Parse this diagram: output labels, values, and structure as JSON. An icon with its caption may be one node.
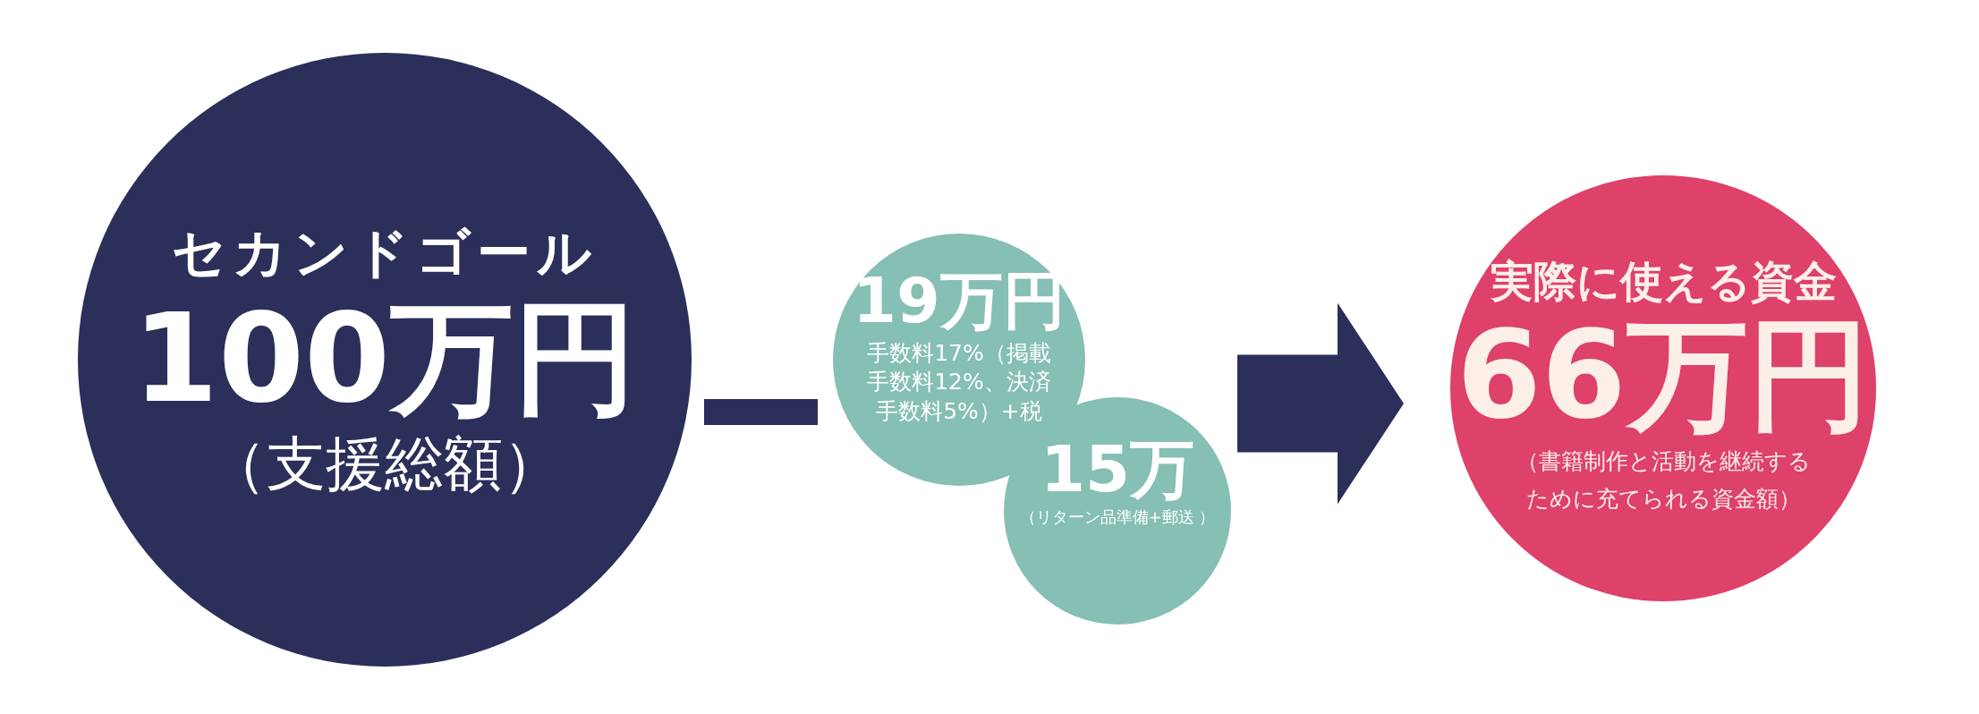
{
  "diagram": {
    "nodes": [
      {
        "text": [
          "セカンドゴール",
          "100万円",
          "（支援総額）"
        ]
      },
      {
        "text": [],
        "shape": "bar"
      },
      {
        "text": [
          "19万円",
          "手数料17%（掲載手数料12%、決済手数料5%）+税"
        ]
      },
      {
        "text": [
          "15万",
          "（リターン品準備+郵送 ）"
        ]
      },
      {
        "text": [
          "実際に使える資金",
          "66万円",
          "（書籍制作と活動を継続するために充てられる資金額）"
        ]
      }
    ],
    "edges": [
      {
        "from": 3,
        "to": 4,
        "arrow": "to"
      }
    ]
  }
}
